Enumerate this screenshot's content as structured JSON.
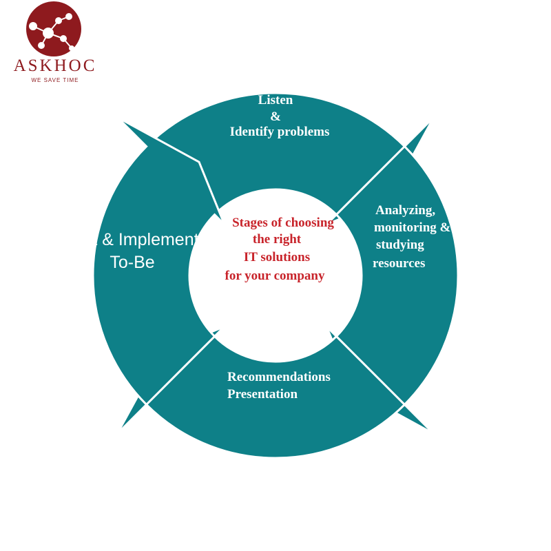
{
  "logo": {
    "brand": "ASKHOC",
    "tagline": "WE SAVE TIME"
  },
  "diagram": {
    "center_lines": [
      "Stages of choosing",
      "the right",
      "IT solutions",
      "for your company"
    ],
    "stages": [
      {
        "id": "listen",
        "lines": [
          "Listen",
          "&",
          "Identify problems"
        ]
      },
      {
        "id": "analyze",
        "lines": [
          "Analyzing,",
          "monitoring &",
          "studying",
          "resources"
        ]
      },
      {
        "id": "recommend",
        "lines": [
          "Recommendations",
          "Presentation"
        ]
      },
      {
        "id": "test",
        "lines": [
          "Test & Implement",
          "To-Be"
        ]
      }
    ]
  },
  "colors": {
    "segment": "#0e8088",
    "center_text": "#c8242b",
    "brand": "#8e1a1e"
  }
}
